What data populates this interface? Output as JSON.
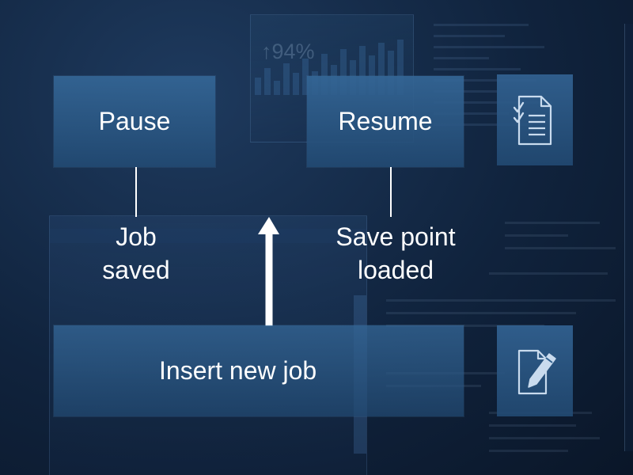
{
  "background": {
    "stat_text": "↑94%"
  },
  "boxes": {
    "pause": "Pause",
    "resume": "Resume",
    "insert": "Insert new job"
  },
  "labels": {
    "pause_result": "Job\nsaved",
    "resume_result": "Save point\nloaded"
  },
  "icons": {
    "top": "checklist-document-icon",
    "bottom": "edit-document-icon"
  },
  "colors": {
    "box_fill": "#2f5f8e",
    "text": "#ffffff",
    "background": "#10233d"
  }
}
